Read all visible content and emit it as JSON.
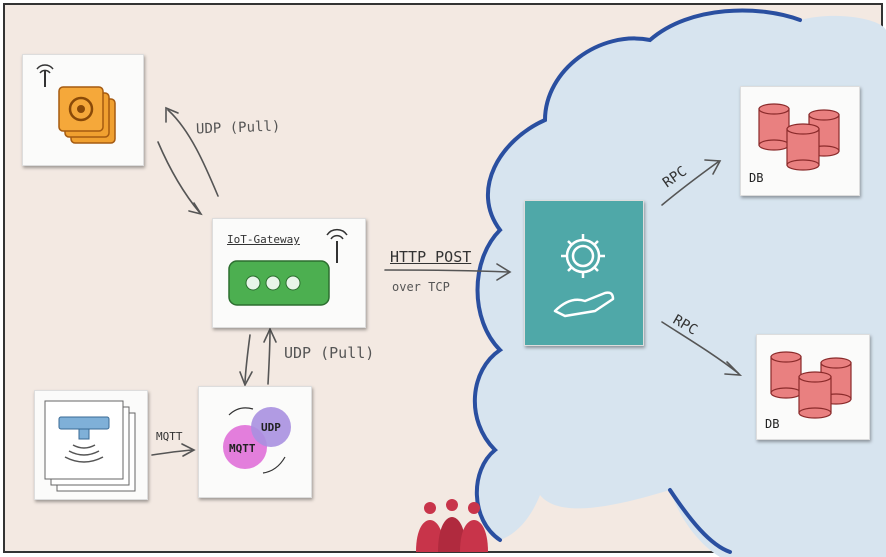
{
  "colors": {
    "background": "#f3e9e2",
    "cloud": "#d7e4ef",
    "cloud_edge": "#2a4fa0",
    "sensor_orange": "#f0a030",
    "gateway_green": "#4caf50",
    "service_teal": "#4fa8a8",
    "db_red": "#e98080",
    "mqtt_pink": "#e070d8",
    "udp_purple": "#a890e0",
    "people_red": "#c8344a"
  },
  "icons": [
    "wifi-sensor-icon",
    "gateway-icon",
    "gear-hand-icon",
    "database-icon",
    "scanner-icon",
    "mqtt-udp-icon",
    "people-icon"
  ],
  "labels": {
    "udp_pull_top": "UDP (Pull)",
    "udp_pull_bottom": "UDP (Pull)",
    "gateway_title": "IoT-Gateway",
    "http_post": "HTTP POST",
    "over_tcp": "over TCP",
    "rpc_top": "RPC",
    "rpc_bottom": "RPC",
    "db_top": "DB",
    "db_bottom": "DB",
    "mqtt_arrow": "MQTT",
    "mqtt_bubble": "MQTT",
    "udp_bubble": "UDP"
  }
}
